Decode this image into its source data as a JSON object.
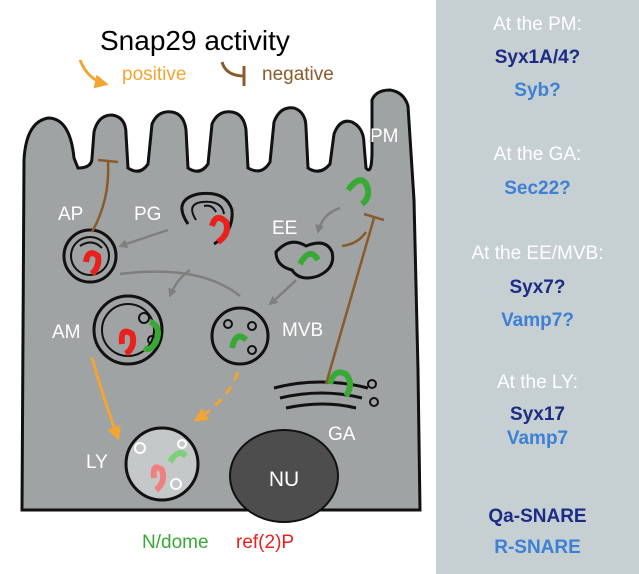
{
  "title": "Snap29 activity",
  "legend": {
    "positive_label": "positive",
    "negative_label": "negative",
    "positive_color": "#f2a531",
    "negative_color": "#8a5a2b"
  },
  "compartments": {
    "pm": "PM",
    "ap": "AP",
    "pg": "PG",
    "ee": "EE",
    "am": "AM",
    "mvb": "MVB",
    "ly": "LY",
    "ga": "GA",
    "nu": "NU"
  },
  "bottom_legend": {
    "ndome_label": "N/dome",
    "ndome_color": "#39a935",
    "ref2p_label": "ref(2)P",
    "ref2p_color": "#e8211d"
  },
  "side_panel": {
    "background": "#c6cfd2",
    "sections": [
      {
        "heading": "At the PM:",
        "qa": "Syx1A/4?",
        "r": "Syb?"
      },
      {
        "heading": "At the GA:",
        "qa": "",
        "r": "Sec22?"
      },
      {
        "heading": "At the EE/MVB:",
        "qa": "Syx7?",
        "r": "Vamp7?"
      },
      {
        "heading": "At the LY:",
        "qa": "Syx17",
        "r": "Vamp7"
      }
    ],
    "key": {
      "qa_label": "Qa-SNARE",
      "r_label": "R-SNARE",
      "qa_color": "#1c2c86",
      "r_color": "#3d80d6"
    }
  }
}
